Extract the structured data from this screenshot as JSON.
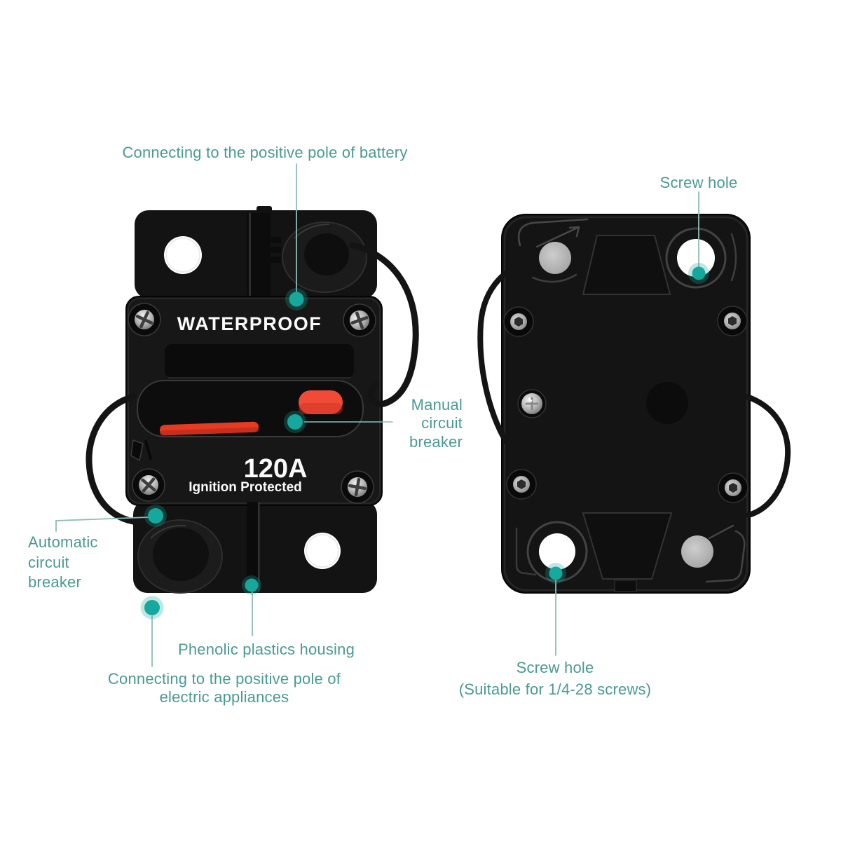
{
  "scene": {
    "description": "Waterproof 120A circuit breaker product diagram, front and back views with part callouts"
  },
  "device_front": {
    "label": "WATERPROOF",
    "amperage": "120A",
    "subtext": "Ignition Protected"
  },
  "annotations": {
    "battery": {
      "text": "Connecting to the positive pole of battery"
    },
    "screw_hole_top": {
      "text": "Screw hole"
    },
    "manual_breaker": {
      "lines": [
        "Manual",
        "circuit",
        "breaker"
      ]
    },
    "automatic_breaker": {
      "lines": [
        "Automatic",
        "circuit",
        "breaker"
      ]
    },
    "phenolic_housing": {
      "text": "Phenolic plastics housing"
    },
    "appliance_connection": {
      "lines": [
        "Connecting to the positive pole of",
        "electric appliances"
      ]
    },
    "screw_hole_bottom": {
      "lines": [
        "Screw hole",
        "(Suitable for 1/4-28 screws)"
      ]
    }
  },
  "colors": {
    "background": "#ffffff",
    "label_text": "#4a9a93",
    "callout_dot": "#16a89c",
    "callout_line": "#8fbcb7",
    "device_body": "#151515",
    "reset_button_red": "#f14b38",
    "trip_lever_red": "#e73a22",
    "metal_gray": "#c0c0c0"
  }
}
